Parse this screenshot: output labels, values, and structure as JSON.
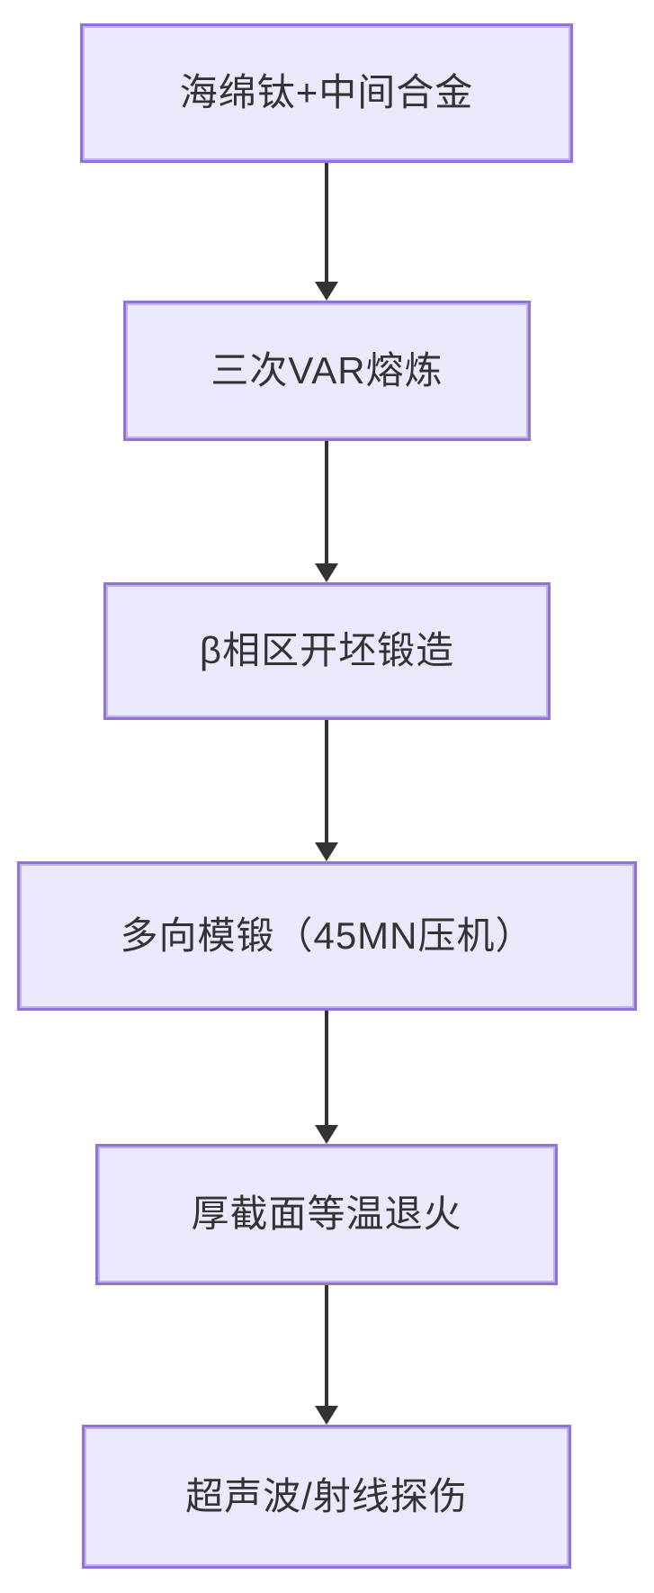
{
  "flowchart": {
    "type": "flowchart",
    "direction": "top-down",
    "colors": {
      "background": "#ffffff",
      "node_fill": "#e9e9fb",
      "node_border_outer": "#9173d5",
      "node_border_inner": "#c0b0ee",
      "text": "#333333",
      "arrow": "#333333"
    },
    "steps": [
      {
        "label": "海绵钛+中间合金"
      },
      {
        "label": "三次VAR熔炼"
      },
      {
        "label": "β相区开坯锻造"
      },
      {
        "label": "多向模锻（45MN压机）"
      },
      {
        "label": "厚截面等温退火"
      },
      {
        "label": "超声波/射线探伤"
      }
    ],
    "connections": [
      {
        "from": 0,
        "to": 1
      },
      {
        "from": 1,
        "to": 2
      },
      {
        "from": 2,
        "to": 3
      },
      {
        "from": 3,
        "to": 4
      },
      {
        "from": 4,
        "to": 5
      }
    ]
  }
}
